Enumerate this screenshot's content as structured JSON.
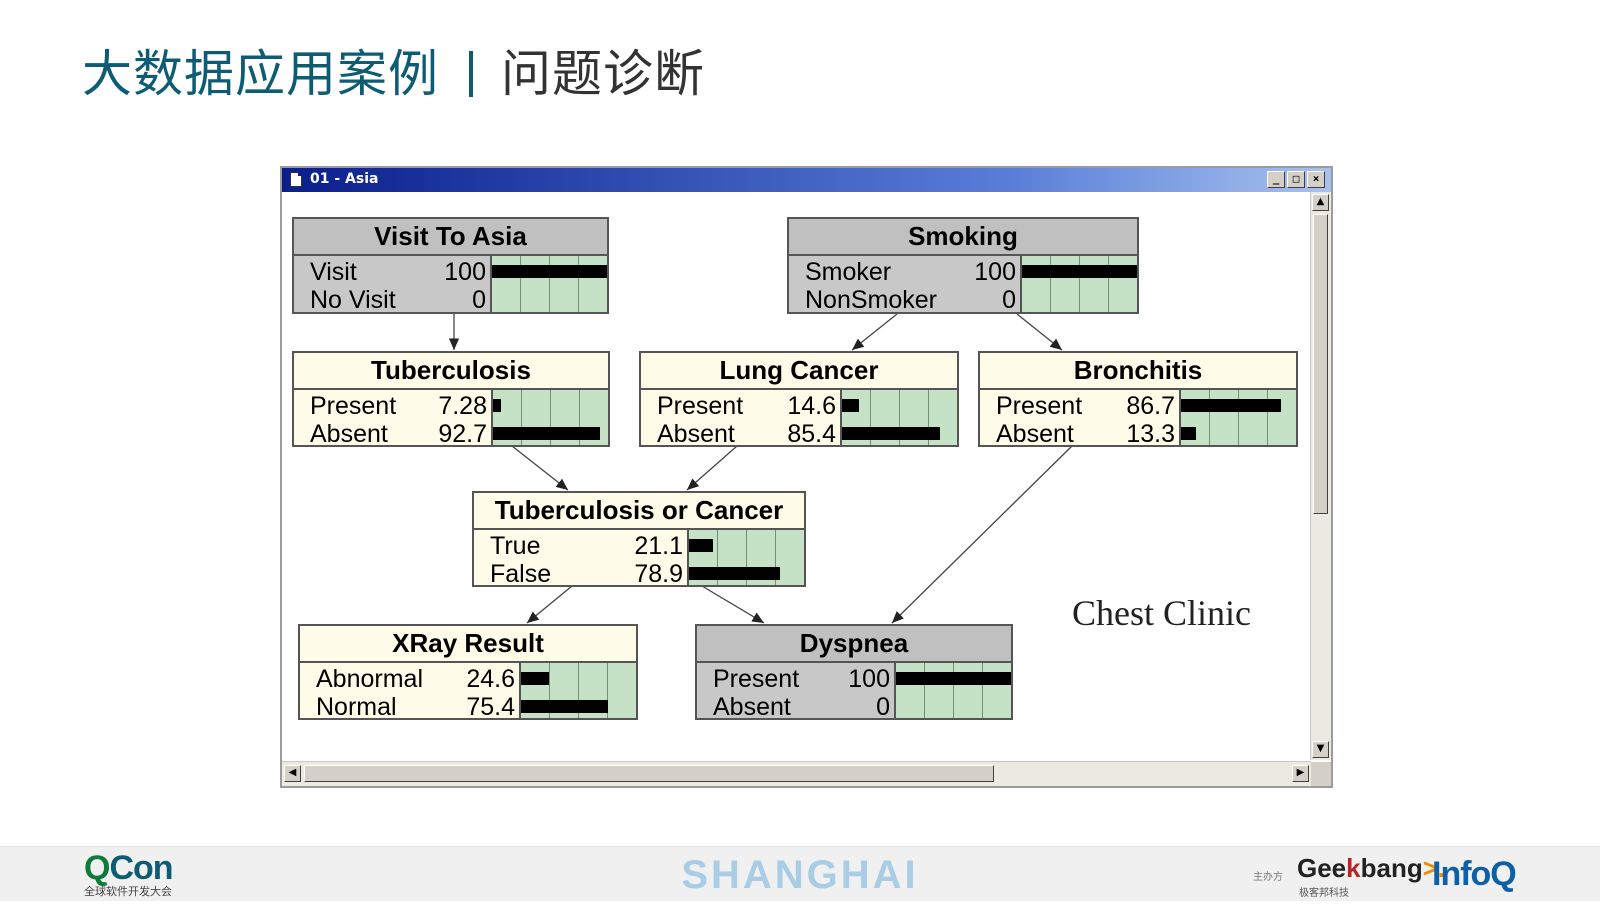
{
  "slide": {
    "title": "大数据应用案例",
    "subtitle": "问题诊断"
  },
  "window": {
    "title": "01 - Asia",
    "buttons": {
      "minimize": "_",
      "maximize": "□",
      "close": "×"
    }
  },
  "network": {
    "caption": "Chest Clinic",
    "nodes": {
      "visit_to_asia": {
        "title": "Visit To Asia",
        "states": [
          {
            "label": "Visit",
            "value": "100"
          },
          {
            "label": "No Visit",
            "value": "0"
          }
        ]
      },
      "smoking": {
        "title": "Smoking",
        "states": [
          {
            "label": "Smoker",
            "value": "100"
          },
          {
            "label": "NonSmoker",
            "value": "0"
          }
        ]
      },
      "tuberculosis": {
        "title": "Tuberculosis",
        "states": [
          {
            "label": "Present",
            "value": "7.28"
          },
          {
            "label": "Absent",
            "value": "92.7"
          }
        ]
      },
      "lung_cancer": {
        "title": "Lung Cancer",
        "states": [
          {
            "label": "Present",
            "value": "14.6"
          },
          {
            "label": "Absent",
            "value": "85.4"
          }
        ]
      },
      "bronchitis": {
        "title": "Bronchitis",
        "states": [
          {
            "label": "Present",
            "value": "86.7"
          },
          {
            "label": "Absent",
            "value": "13.3"
          }
        ]
      },
      "tb_or_cancer": {
        "title": "Tuberculosis or Cancer",
        "states": [
          {
            "label": "True",
            "value": "21.1"
          },
          {
            "label": "False",
            "value": "78.9"
          }
        ]
      },
      "xray": {
        "title": "XRay Result",
        "states": [
          {
            "label": "Abnormal",
            "value": "24.6"
          },
          {
            "label": "Normal",
            "value": "75.4"
          }
        ]
      },
      "dyspnea": {
        "title": "Dyspnea",
        "states": [
          {
            "label": "Present",
            "value": "100"
          },
          {
            "label": "Absent",
            "value": "0"
          }
        ]
      }
    }
  },
  "footer": {
    "qcon_logo_q": "Q",
    "qcon_logo_rest": "Con",
    "qcon_tagline": "全球软件开发大会",
    "city": "SHANGHAI",
    "sponsor_label": "主办方",
    "geekbang_a": "Gee",
    "geekbang_k": "k",
    "geekbang_b": "bang",
    "geekbang_arrow": ">.",
    "geekbang_sub": "极客邦科技",
    "infoq": "InfoQ"
  }
}
